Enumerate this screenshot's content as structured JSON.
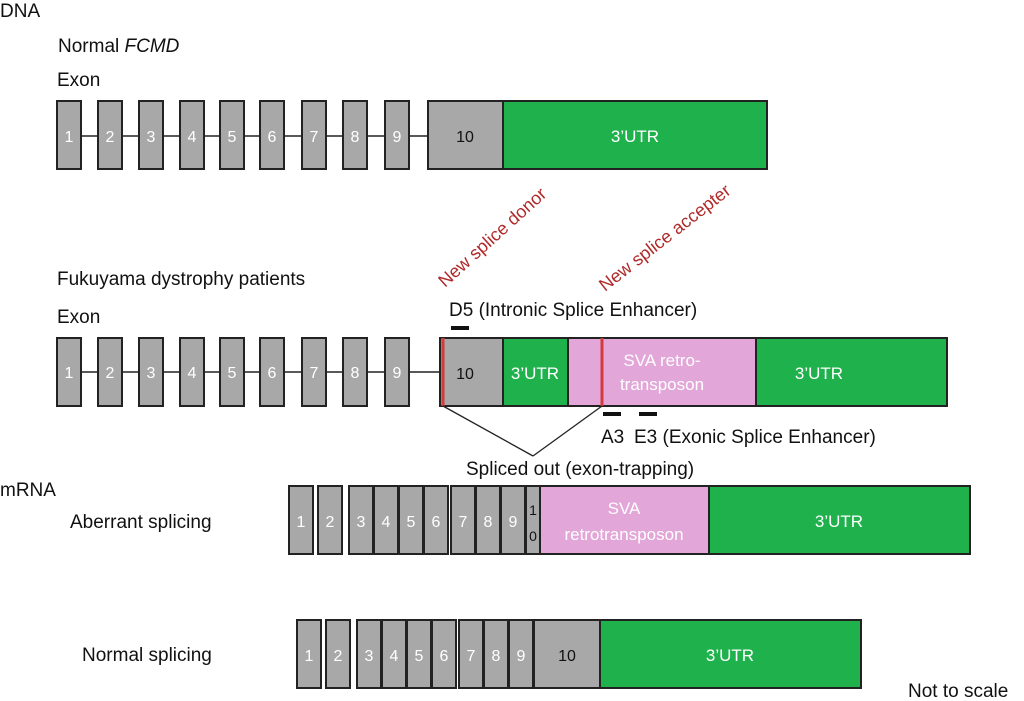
{
  "labels": {
    "dna": "DNA",
    "normal_gene_prefix": "Normal ",
    "normal_gene_name": "FCMD",
    "exon_1": "Exon",
    "patients": "Fukuyama dystrophy patients",
    "exon_2": "Exon",
    "mrna": "mRNA",
    "aberrant": "Aberrant splicing",
    "normal_splicing": "Normal splicing",
    "not_to_scale": "Not to scale"
  },
  "annotations": {
    "new_splice_donor": "New splice donor",
    "new_splice_accepter": "New splice accepter",
    "d5": "D5 (Intronic Splice Enhancer)",
    "a3": "A3",
    "e3": "E3 (Exonic Splice Enhancer)",
    "spliced_out": "Spliced out (exon-trapping)"
  },
  "boxes": {
    "exon_numbers": [
      "1",
      "2",
      "3",
      "4",
      "5",
      "6",
      "7",
      "8",
      "9"
    ],
    "exon10": "10",
    "exon10_split_top": "1",
    "exon10_split_bottom": "0",
    "utr": "3’UTR",
    "sva_line1": "SVA retro-",
    "sva_line2": "transposon",
    "sva_mrna_line1": "SVA",
    "sva_mrna_line2": "retrotransposon"
  },
  "colors": {
    "exon": "#a8a8a8",
    "utr": "#1fb24c",
    "sva": "#e2a6d8",
    "splice_site": "#d33a3a",
    "annotation_text": "#b02a2a"
  }
}
